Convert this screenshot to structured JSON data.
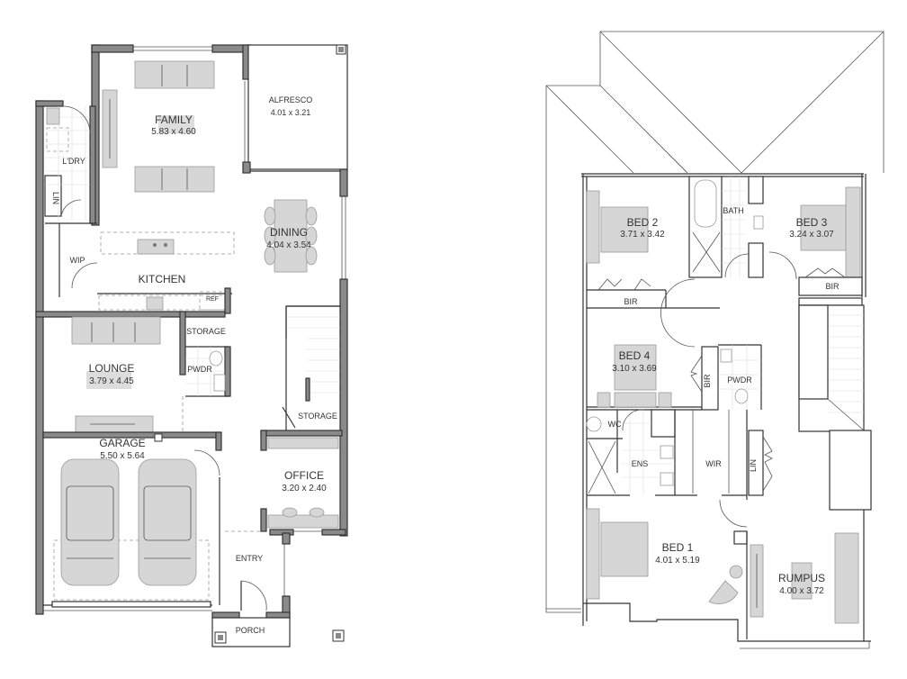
{
  "ground_floor": {
    "rooms": [
      {
        "name": "FAMILY",
        "size": "5.83 x 4.60"
      },
      {
        "name": "ALFRESCO",
        "size": "4.01 x 3.21"
      },
      {
        "name": "L'DRY"
      },
      {
        "name": "LIN"
      },
      {
        "name": "WIP"
      },
      {
        "name": "KITCHEN"
      },
      {
        "name": "DINING",
        "size": "4.04 x 3.54"
      },
      {
        "name": "REF"
      },
      {
        "name": "STORAGE"
      },
      {
        "name": "PWDR"
      },
      {
        "name": "LOUNGE",
        "size": "3.79 x 4.45"
      },
      {
        "name": "STORAGE"
      },
      {
        "name": "GARAGE",
        "size": "5.50 x 5.64"
      },
      {
        "name": "OFFICE",
        "size": "3.20 x 2.40"
      },
      {
        "name": "ENTRY"
      },
      {
        "name": "PORCH"
      }
    ]
  },
  "upper_floor": {
    "rooms": [
      {
        "name": "BED 2",
        "size": "3.71 x 3.42"
      },
      {
        "name": "BATH"
      },
      {
        "name": "BED 3",
        "size": "3.24 x 3.07"
      },
      {
        "name": "BIR"
      },
      {
        "name": "BIR"
      },
      {
        "name": "BED 4",
        "size": "3.10 x 3.69"
      },
      {
        "name": "BIR"
      },
      {
        "name": "PWDR"
      },
      {
        "name": "WC"
      },
      {
        "name": "ENS"
      },
      {
        "name": "WIR"
      },
      {
        "name": "LIN"
      },
      {
        "name": "BED 1",
        "size": "4.01 x 5.19"
      },
      {
        "name": "RUMPUS",
        "size": "4.00 x 3.72"
      }
    ]
  }
}
